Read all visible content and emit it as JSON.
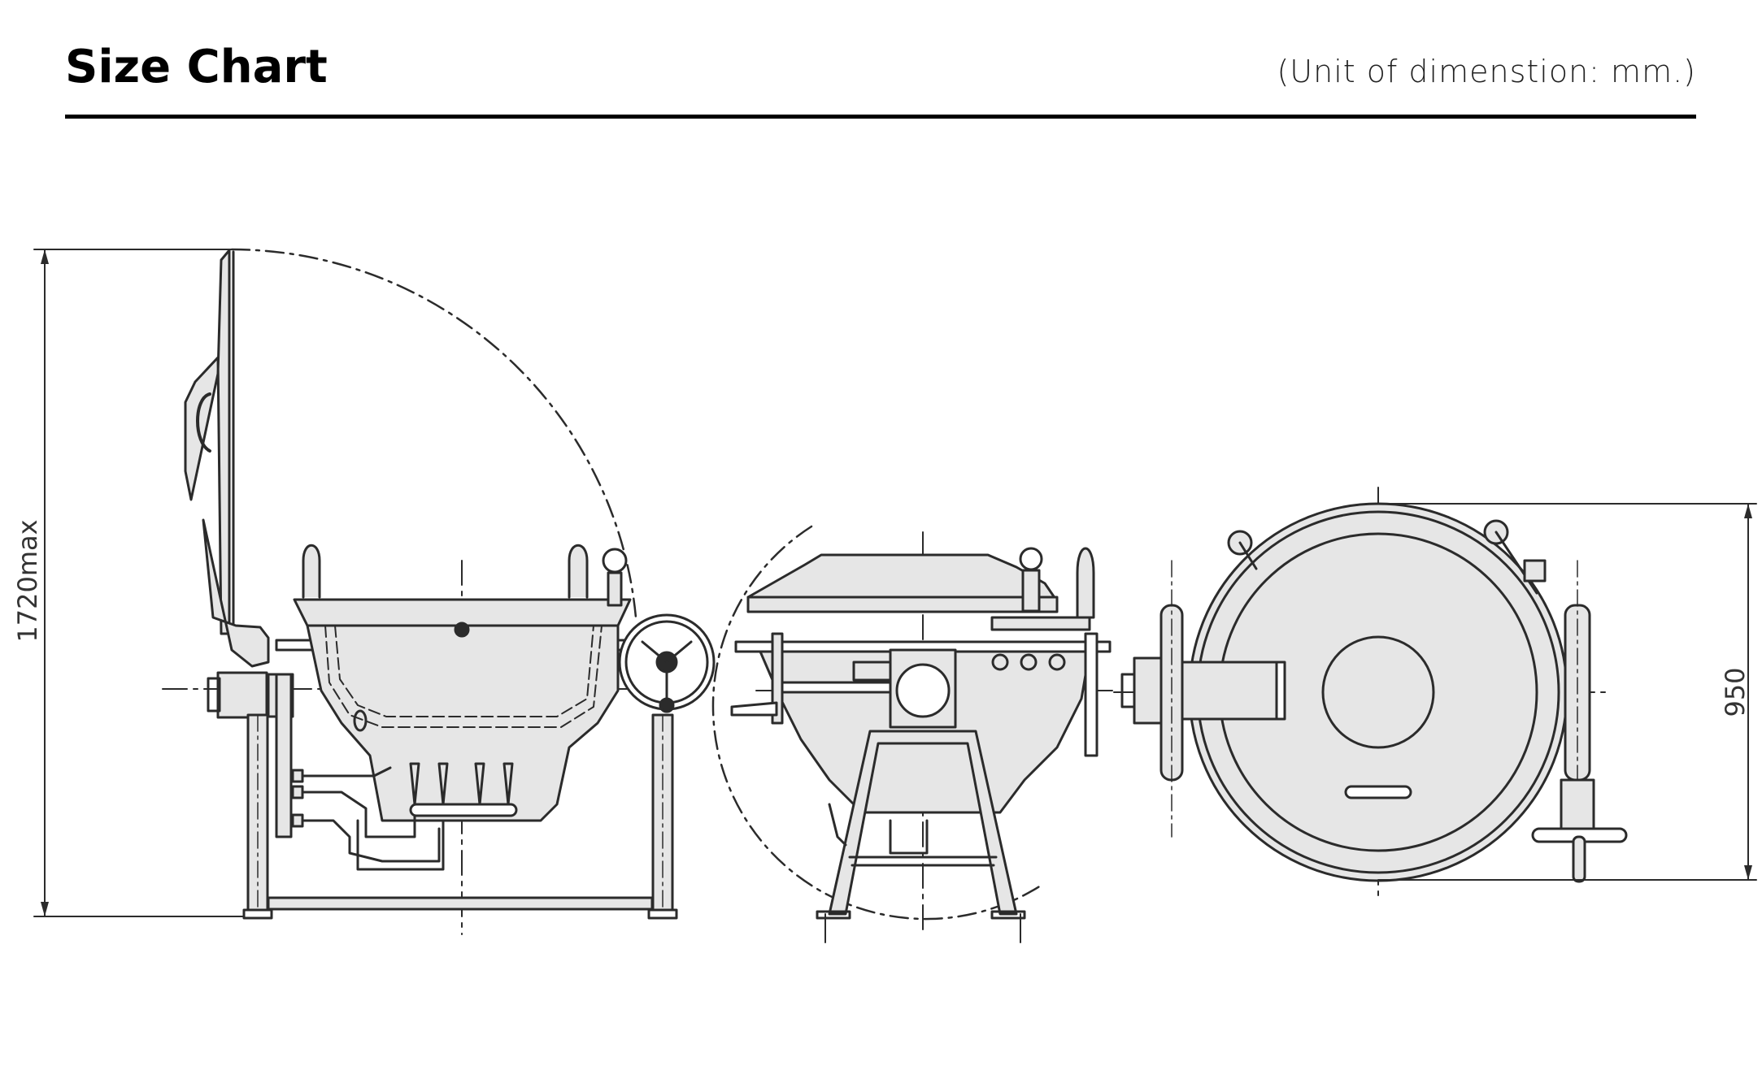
{
  "header": {
    "title": "Size Chart",
    "unit_note": "(Unit of dimenstion: mm.)"
  },
  "dimensions": {
    "height_label": "1720max",
    "width_label": "950"
  },
  "colors": {
    "line": "#2b2b2b",
    "fill": "#e6e6e6",
    "rule": "#000000"
  }
}
